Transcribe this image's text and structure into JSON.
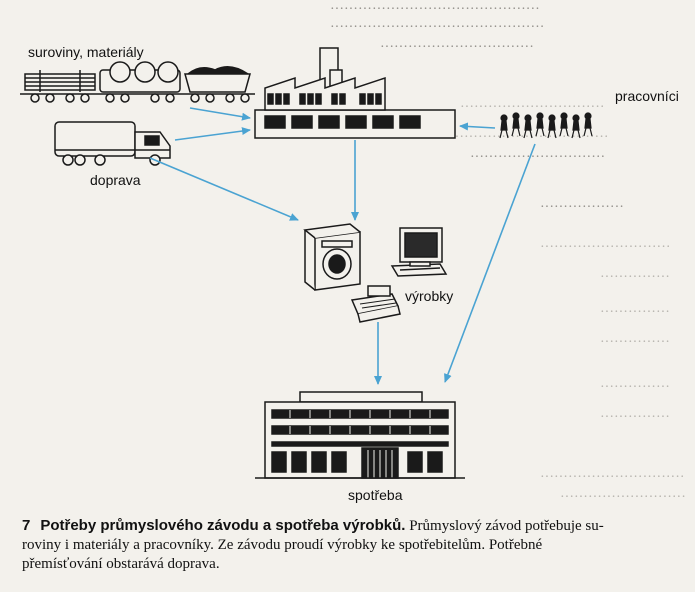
{
  "labels": {
    "materials": "suroviny, materiály",
    "workers": "pracovníci",
    "transport": "doprava",
    "products": "výrobky",
    "consumption": "spotřeba"
  },
  "caption": {
    "number": "7",
    "title": "Potřeby průmyslového závodu a spotřeba výrobků.",
    "line1_rest": " Průmyslový závod potřebuje su-",
    "line2": "roviny i materiály a pracovníky. Ze závodu proudí výrobky ke spotřebitelům. Potřebné",
    "line3": "přemísťování obstarává doprava."
  },
  "colors": {
    "arrow": "#4aa3d2",
    "ink": "#1a1a1a",
    "paper": "#f3f1ec",
    "showthrough": "#b5b2ac"
  }
}
